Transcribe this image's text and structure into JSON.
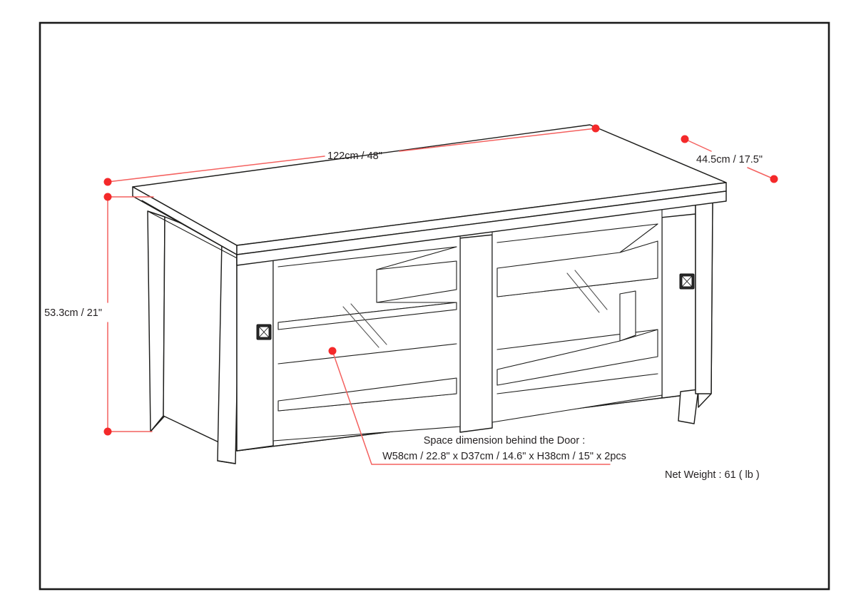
{
  "drawing": {
    "title": "TV stand dimensional drawing",
    "border_color": "#1a1a1a",
    "line_color": "#1d1d1b",
    "dimension_color": "#f4615f",
    "dimension_dot_color": "#f4292a",
    "text_color": "#231f20"
  },
  "dimensions": {
    "width": {
      "label": "122cm / 48\"",
      "name": "width-dimension"
    },
    "depth": {
      "label": "44.5cm / 17.5\"",
      "name": "depth-dimension"
    },
    "height": {
      "label": "53.3cm / 21\"",
      "name": "height-dimension"
    }
  },
  "callout": {
    "line1": "Space dimension behind the Door :",
    "line2": "W58cm / 22.8\" x D37cm / 14.6\" x H38cm / 15\" x 2pcs"
  },
  "net_weight": {
    "label": "Net Weight : 61 ( lb )"
  },
  "icons": {
    "handle_left": "door-handle-icon",
    "handle_right": "door-handle-icon"
  }
}
